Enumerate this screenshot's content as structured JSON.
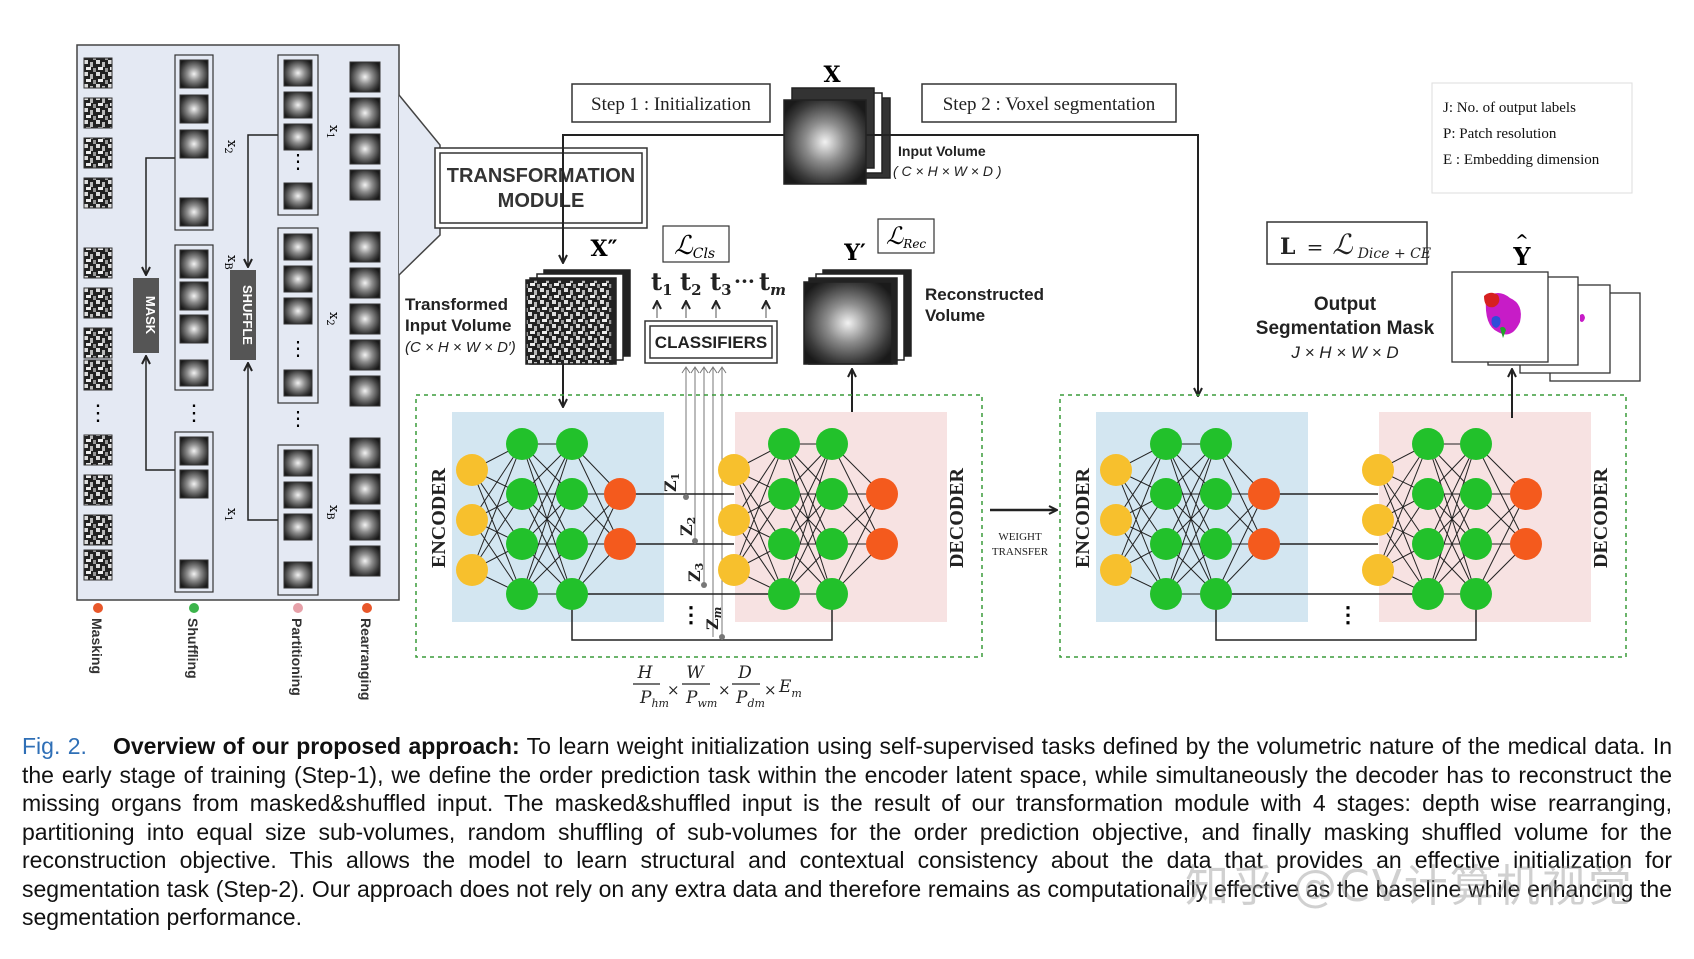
{
  "figure": {
    "steps": {
      "step1": "Step 1 : Initialization",
      "step2": "Step 2 : Voxel segmentation"
    },
    "input_volume": {
      "symbol": "X",
      "label": "Input Volume",
      "dims": "( C × H × W × D )"
    },
    "legend_box": [
      "J: No. of output labels",
      "P: Patch resolution",
      "E : Embedding dimension"
    ],
    "transformation_module": {
      "line1": "TRANSFORMATION",
      "line2": "MODULE"
    },
    "transformed": {
      "symbol": "X″",
      "line1": "Transformed",
      "line2": "Input Volume",
      "dims": "(C × H × W × D′)"
    },
    "losses": {
      "cls_sub": "Cls",
      "rec_sub": "Rec",
      "seg_lhs": "L",
      "seg_eq": "=",
      "seg_sub": "Dice + CE"
    },
    "tokens": {
      "t1": "t",
      "s1": "1",
      "t2": "t",
      "s2": "2",
      "t3": "t",
      "s3": "3",
      "dots": "···",
      "tm": "t",
      "sm": "m"
    },
    "classifiers": "CLASSIFIERS",
    "reconstructed": {
      "symbol": "Y′",
      "line1": "Reconstructed",
      "line2": "Volume"
    },
    "output": {
      "symbol": "Y",
      "hat": "^",
      "line1": "Output",
      "line2": "Segmentation Mask",
      "dims": "J × H × W × D"
    },
    "latents": {
      "z1": "Z",
      "z1s": "1",
      "z2": "Z",
      "z2s": "2",
      "z3": "Z",
      "z3s": "3",
      "zm": "Z",
      "zms": "m"
    },
    "encoder": "ENCODER",
    "decoder": "DECODER",
    "weight_transfer": {
      "line1": "WEIGHT",
      "line2": "TRANSFER"
    },
    "formula": {
      "H": "H",
      "Ph": "P",
      "Phs": "hm",
      "W": "W",
      "Pw": "P",
      "Pws": "wm",
      "D": "D",
      "Pd": "P",
      "Pds": "dm",
      "E": "E",
      "Es": "m",
      "times": "×"
    },
    "stage_panel": {
      "mask": "MASK",
      "shuffle": "SHUFFLE",
      "xB": "x",
      "xBs": "B",
      "x1": "x",
      "x1s": "1",
      "x2": "x",
      "x2s": "2"
    },
    "stages": [
      "Masking",
      "Shuffling",
      "Partitioning",
      "Rearranging"
    ],
    "stage_colors": [
      "#e8572a",
      "#3cb44b",
      "#e6a0a8",
      "#e8572a"
    ]
  },
  "colors": {
    "node_yellow": "#f7c02d",
    "node_green": "#22c12b",
    "node_red": "#f45a1d",
    "encoder_bg": "#d3e6f1",
    "decoder_bg": "#f7e2e2",
    "panel_bg": "#e4e9f3",
    "caption_fig": "#2f6fb6"
  },
  "caption": {
    "fig": "Fig. 2.",
    "title": "Overview of our proposed approach:",
    "body": "To learn weight initialization using self-supervised tasks defined by the volumetric nature of the medical data. In the early stage of training (Step-1), we define the order prediction task within the encoder latent space, while simultaneously the decoder has to reconstruct the missing organs from masked&shuffled input. The masked&shuffled input is the result of our transformation module with 4 stages: depth wise rearranging, partitioning into equal size sub-volumes, random shuffling of sub-volumes for the order prediction objective, and finally masking shuffled volume for the reconstruction objective. This allows the model to learn structural and contextual consistency about the data that provides an effective initialization for segmentation task (Step-2). Our approach does not rely on any extra data and therefore remains as computationally effective as the baseline while enhancing the segmentation performance."
  },
  "watermark": "知乎 @CV计算机视觉"
}
